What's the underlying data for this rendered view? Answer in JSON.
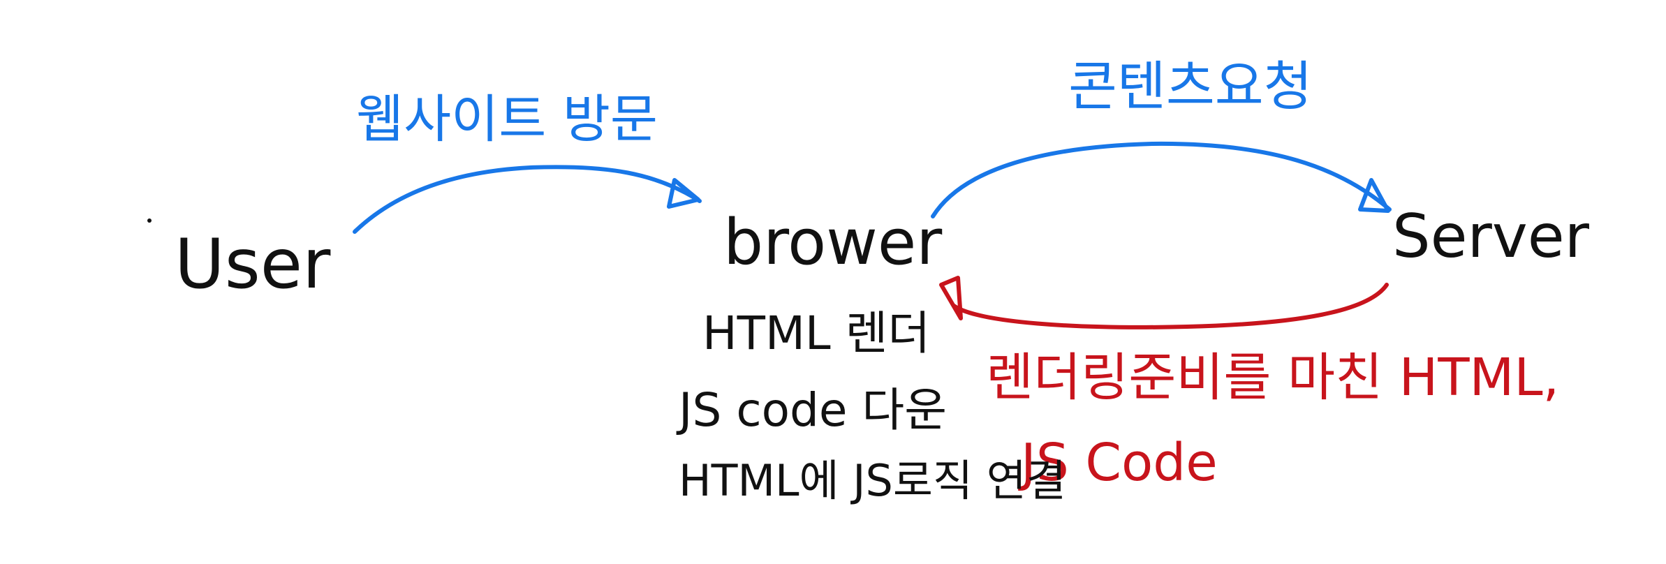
{
  "colors": {
    "node": "#111111",
    "request": "#1877e8",
    "response": "#c8141c"
  },
  "nodes": {
    "user": "User",
    "browser": "brower",
    "server": "Server"
  },
  "arrows": {
    "visit_label": "웹사이트 방문",
    "content_request_label": "콘텐츠요청",
    "response_line1": "렌더링준비를 마친 HTML,",
    "response_line2": "JS Code"
  },
  "browser_tasks": [
    "HTML 렌더",
    "JS code 다운",
    "HTML에 JS로직 연결"
  ]
}
